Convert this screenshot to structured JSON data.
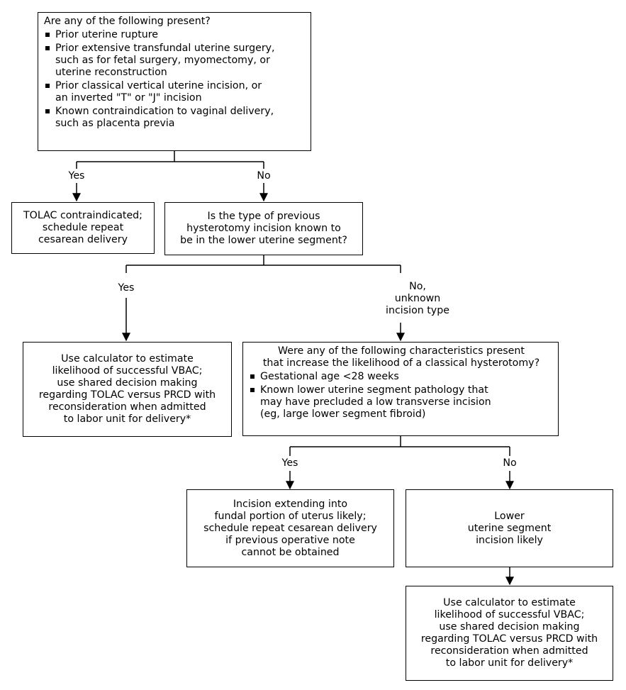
{
  "q1": {
    "heading": "Are any of the following present?",
    "items": [
      [
        "Prior uterine rupture"
      ],
      [
        "Prior extensive transfundal uterine surgery,",
        "such as for fetal surgery, myomectomy, or",
        "uterine reconstruction"
      ],
      [
        "Prior classical vertical uterine incision, or",
        "an inverted \"T\" or \"J\" incision"
      ],
      [
        "Known contraindication to vaginal delivery,",
        "such as placenta previa"
      ]
    ]
  },
  "q1_yes": "Yes",
  "q1_no": "No",
  "contraindicated": [
    "TOLAC contraindicated;",
    "schedule repeat",
    "cesarean delivery"
  ],
  "q2": [
    "Is the type of previous",
    "hysterotomy incision known to",
    "be in the lower uterine segment?"
  ],
  "q2_yes": "Yes",
  "q2_no": [
    "No,",
    "unknown",
    "incision type"
  ],
  "calc1": [
    "Use calculator to estimate",
    "likelihood of successful VBAC;",
    "use shared decision making",
    "regarding TOLAC versus PRCD with",
    "reconsideration when admitted",
    "to labor unit for delivery*"
  ],
  "q3": {
    "heading": [
      "Were any of the following characteristics present",
      "that increase the likelihood of a classical hysterotomy?"
    ],
    "items": [
      [
        "Gestational age <28 weeks"
      ],
      [
        "Known lower uterine segment pathology that",
        "may have precluded a low transverse incision",
        "(eg, large lower segment fibroid)"
      ]
    ]
  },
  "q3_yes": "Yes",
  "q3_no": "No",
  "fundal": [
    "Incision extending into",
    "fundal portion of uterus likely;",
    "schedule repeat cesarean delivery",
    "if previous operative note",
    "cannot be obtained"
  ],
  "lower": [
    "Lower",
    "uterine segment",
    "incision likely"
  ],
  "calc2": [
    "Use calculator to estimate",
    "likelihood of successful VBAC;",
    "use shared decision making",
    "regarding TOLAC versus PRCD with",
    "reconsideration when admitted",
    "to labor unit for delivery*"
  ]
}
